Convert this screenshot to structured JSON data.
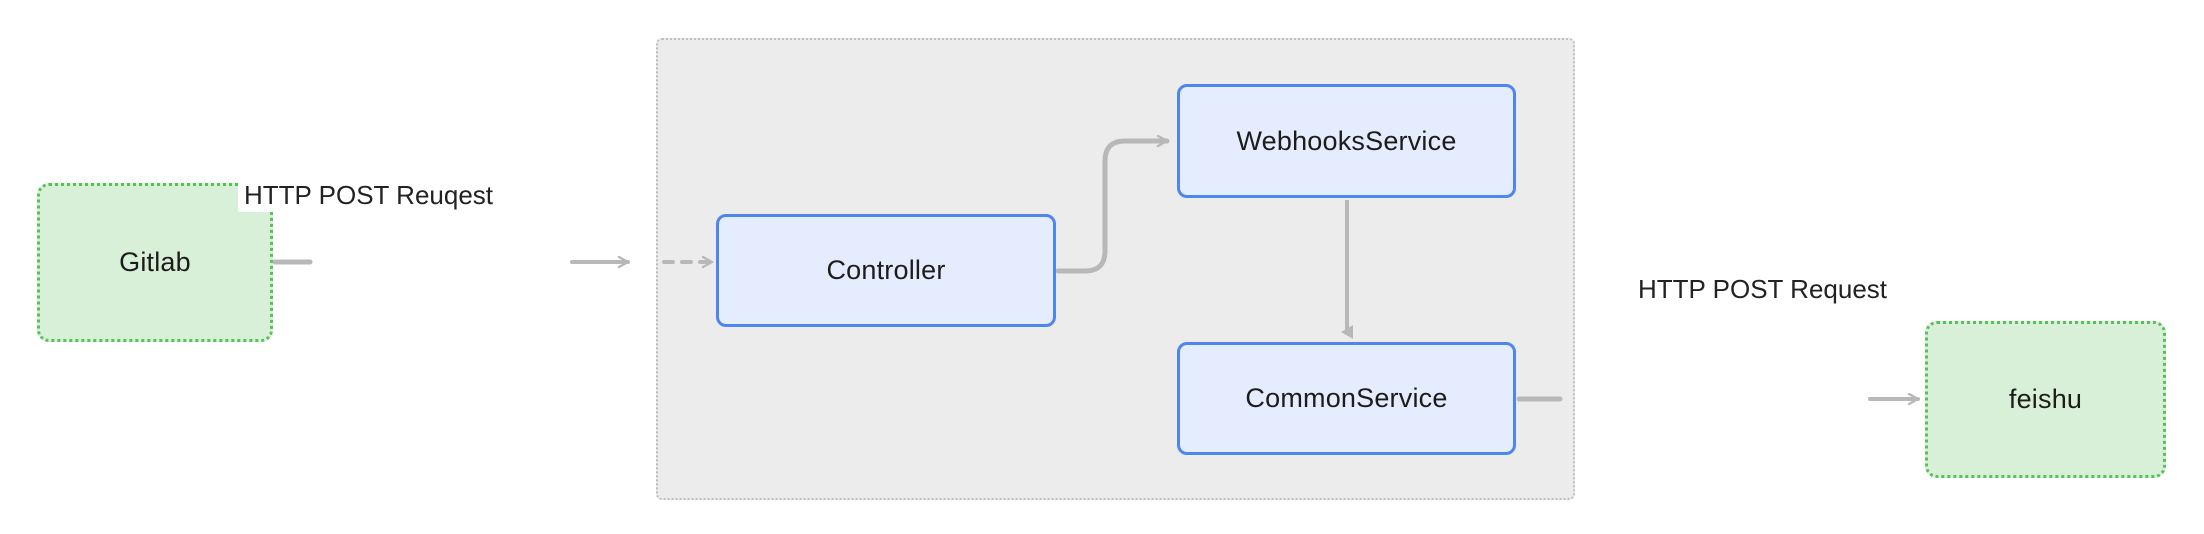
{
  "diagram": {
    "type": "flowchart",
    "direction": "left-to-right",
    "background_color": "#ffffff",
    "subgraph": {
      "label": "",
      "fill_color": "#ececec",
      "border_color": "#bfbfbf",
      "border_style": "dotted"
    },
    "nodes": [
      {
        "id": "gitlab",
        "label": "Gitlab",
        "kind": "external",
        "fill_color": "#d8f0d8",
        "border_color": "#57c057",
        "border_style": "dotted",
        "inside_subgraph": false
      },
      {
        "id": "controller",
        "label": "Controller",
        "kind": "service",
        "fill_color": "#e4ecfd",
        "border_color": "#4d86ef",
        "border_style": "solid",
        "inside_subgraph": true
      },
      {
        "id": "webhooksservice",
        "label": "WebhooksService",
        "kind": "service",
        "fill_color": "#e4ecfd",
        "border_color": "#4d86ef",
        "border_style": "solid",
        "inside_subgraph": true
      },
      {
        "id": "commonservice",
        "label": "CommonService",
        "kind": "service",
        "fill_color": "#e4ecfd",
        "border_color": "#4d86ef",
        "border_style": "solid",
        "inside_subgraph": true
      },
      {
        "id": "feishu",
        "label": "feishu",
        "kind": "external",
        "fill_color": "#d8f0d8",
        "border_color": "#57c057",
        "border_style": "dotted",
        "inside_subgraph": false
      }
    ],
    "edges": [
      {
        "id": "gitlab-to-controller",
        "from": "gitlab",
        "to": "controller",
        "label": "HTTP POST Reuqest",
        "line_style": "solid-then-dashed",
        "arrow": "open",
        "color": "#b8b8b8"
      },
      {
        "id": "controller-to-webhooksservice",
        "from": "controller",
        "to": "webhooksservice",
        "label": "",
        "line_style": "solid",
        "arrow": "open",
        "color": "#b8b8b8"
      },
      {
        "id": "webhooksservice-to-commonservice",
        "from": "webhooksservice",
        "to": "commonservice",
        "label": "",
        "line_style": "solid",
        "arrow": "filled",
        "color": "#b8b8b8"
      },
      {
        "id": "commonservice-to-feishu",
        "from": "commonservice",
        "to": "feishu",
        "label": "HTTP POST Request",
        "line_style": "solid",
        "arrow": "open",
        "color": "#b8b8b8"
      }
    ]
  }
}
